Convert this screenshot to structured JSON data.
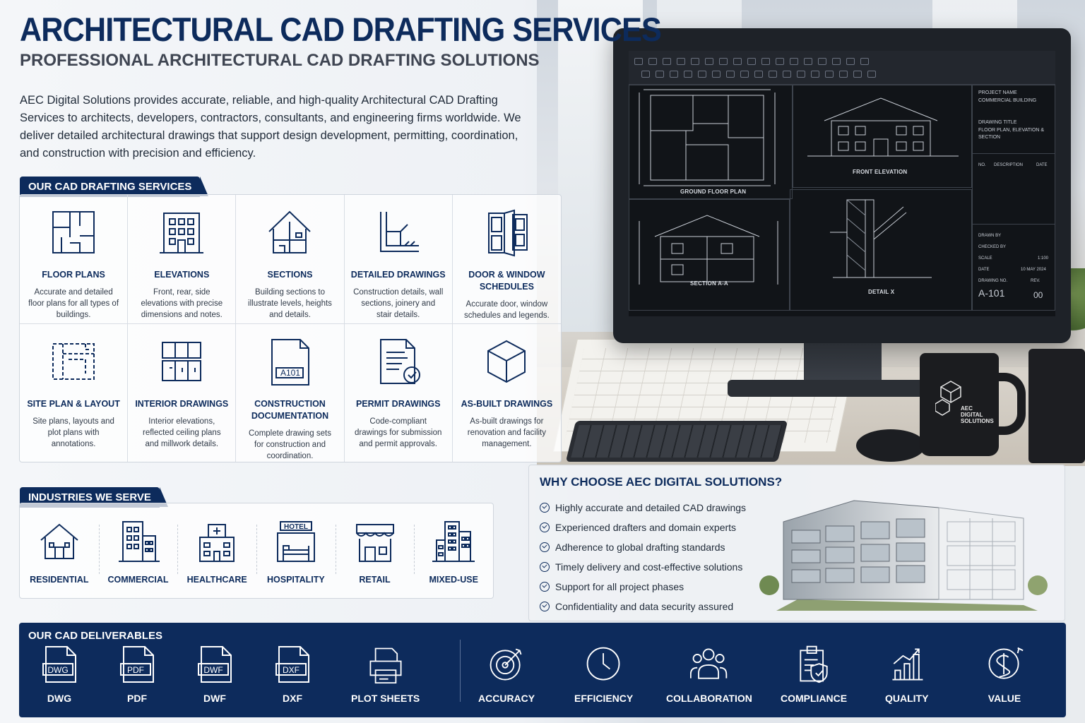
{
  "header": {
    "title": "ARCHITECTURAL CAD DRAFTING SERVICES",
    "subtitle": "PROFESSIONAL ARCHITECTURAL CAD DRAFTING SOLUTIONS"
  },
  "intro": "AEC Digital Solutions provides accurate, reliable, and high-quality Architectural CAD Drafting Services to architects, developers, contractors, consultants, and engineering firms worldwide. We deliver detailed architectural drawings that support design development, permitting, coordination, and construction with precision and efficiency.",
  "services": {
    "heading": "OUR CAD DRAFTING SERVICES",
    "items": [
      {
        "title": "FLOOR PLANS",
        "desc": "Accurate and detailed floor plans for all types of buildings.",
        "icon": "floor-plan-icon"
      },
      {
        "title": "ELEVATIONS",
        "desc": "Front, rear, side elevations with precise dimensions and notes.",
        "icon": "building-elevation-icon"
      },
      {
        "title": "SECTIONS",
        "desc": "Building sections to illustrate levels, heights and details.",
        "icon": "house-section-icon"
      },
      {
        "title": "DETAILED DRAWINGS",
        "desc": "Construction details, wall sections, joinery and stair details.",
        "icon": "detail-drawing-icon"
      },
      {
        "title": "DOOR & WINDOW SCHEDULES",
        "desc": "Accurate door, window schedules and legends.",
        "icon": "door-window-icon"
      },
      {
        "title": "SITE PLAN & LAYOUT",
        "desc": "Site plans, layouts and plot plans with annotations.",
        "icon": "site-plan-icon"
      },
      {
        "title": "INTERIOR DRAWINGS",
        "desc": "Interior elevations, reflected ceiling plans and millwork details.",
        "icon": "interior-cabinet-icon"
      },
      {
        "title": "CONSTRUCTION DOCUMENTATION",
        "desc": "Complete drawing sets for construction and coordination.",
        "icon": "drawing-sheet-icon",
        "badge": "A101"
      },
      {
        "title": "PERMIT DRAWINGS",
        "desc": "Code-compliant drawings for submission and permit approvals.",
        "icon": "permit-document-icon"
      },
      {
        "title": "AS-BUILT DRAWINGS",
        "desc": "As-built drawings for renovation and facility management.",
        "icon": "cube-icon"
      }
    ]
  },
  "industries": {
    "heading": "INDUSTRIES WE SERVE",
    "items": [
      {
        "label": "RESIDENTIAL",
        "icon": "house-icon"
      },
      {
        "label": "COMMERCIAL",
        "icon": "office-building-icon"
      },
      {
        "label": "HEALTHCARE",
        "icon": "hospital-icon"
      },
      {
        "label": "HOSPITALITY",
        "icon": "hotel-icon",
        "badge": "HOTEL"
      },
      {
        "label": "RETAIL",
        "icon": "storefront-icon"
      },
      {
        "label": "MIXED-USE",
        "icon": "city-buildings-icon"
      }
    ]
  },
  "why": {
    "heading": "WHY CHOOSE AEC DIGITAL SOLUTIONS?",
    "items": [
      "Highly accurate and detailed CAD drawings",
      "Experienced drafters and domain experts",
      "Adherence to global drafting standards",
      "Timely delivery and cost-effective solutions",
      "Support for all project phases",
      "Confidentiality and data security assured"
    ]
  },
  "deliverables": {
    "heading": "OUR CAD DELIVERABLES",
    "files": [
      {
        "label": "DWG",
        "ext": "DWG"
      },
      {
        "label": "PDF",
        "ext": "PDF"
      },
      {
        "label": "DWF",
        "ext": "DWF"
      },
      {
        "label": "DXF",
        "ext": "DXF"
      },
      {
        "label": "PLOT SHEETS",
        "icon": "printer-icon"
      }
    ],
    "values": [
      {
        "label": "ACCURACY",
        "icon": "target-icon"
      },
      {
        "label": "EFFICIENCY",
        "icon": "clock-icon"
      },
      {
        "label": "COLLABORATION",
        "icon": "team-icon"
      },
      {
        "label": "COMPLIANCE",
        "icon": "clipboard-shield-icon"
      },
      {
        "label": "QUALITY",
        "icon": "bar-chart-icon"
      },
      {
        "label": "VALUE",
        "icon": "dollar-icon"
      }
    ]
  },
  "cad": {
    "panels": {
      "floor": "GROUND FLOOR PLAN",
      "front": "FRONT ELEVATION",
      "section": "SECTION A-A",
      "detail": "DETAIL X"
    },
    "titleblock": {
      "project_label": "PROJECT NAME",
      "project": "COMMERCIAL BUILDING",
      "drawing_label": "DRAWING TITLE",
      "drawing": "FLOOR PLAN, ELEVATION & SECTION",
      "col_no": "NO.",
      "col_desc": "DESCRIPTION",
      "col_date": "DATE",
      "drawn": "DRAWN BY",
      "checked": "CHECKED BY",
      "scale_label": "SCALE",
      "scale": "1:100",
      "date_label": "DATE",
      "date": "10 MAY 2024",
      "no_label": "DRAWING NO.",
      "no": "A-101",
      "rev_label": "REV.",
      "rev": "00"
    }
  },
  "mug": {
    "brand_line1": "AEC",
    "brand_line2": "DIGITAL",
    "brand_line3": "SOLUTIONS"
  }
}
